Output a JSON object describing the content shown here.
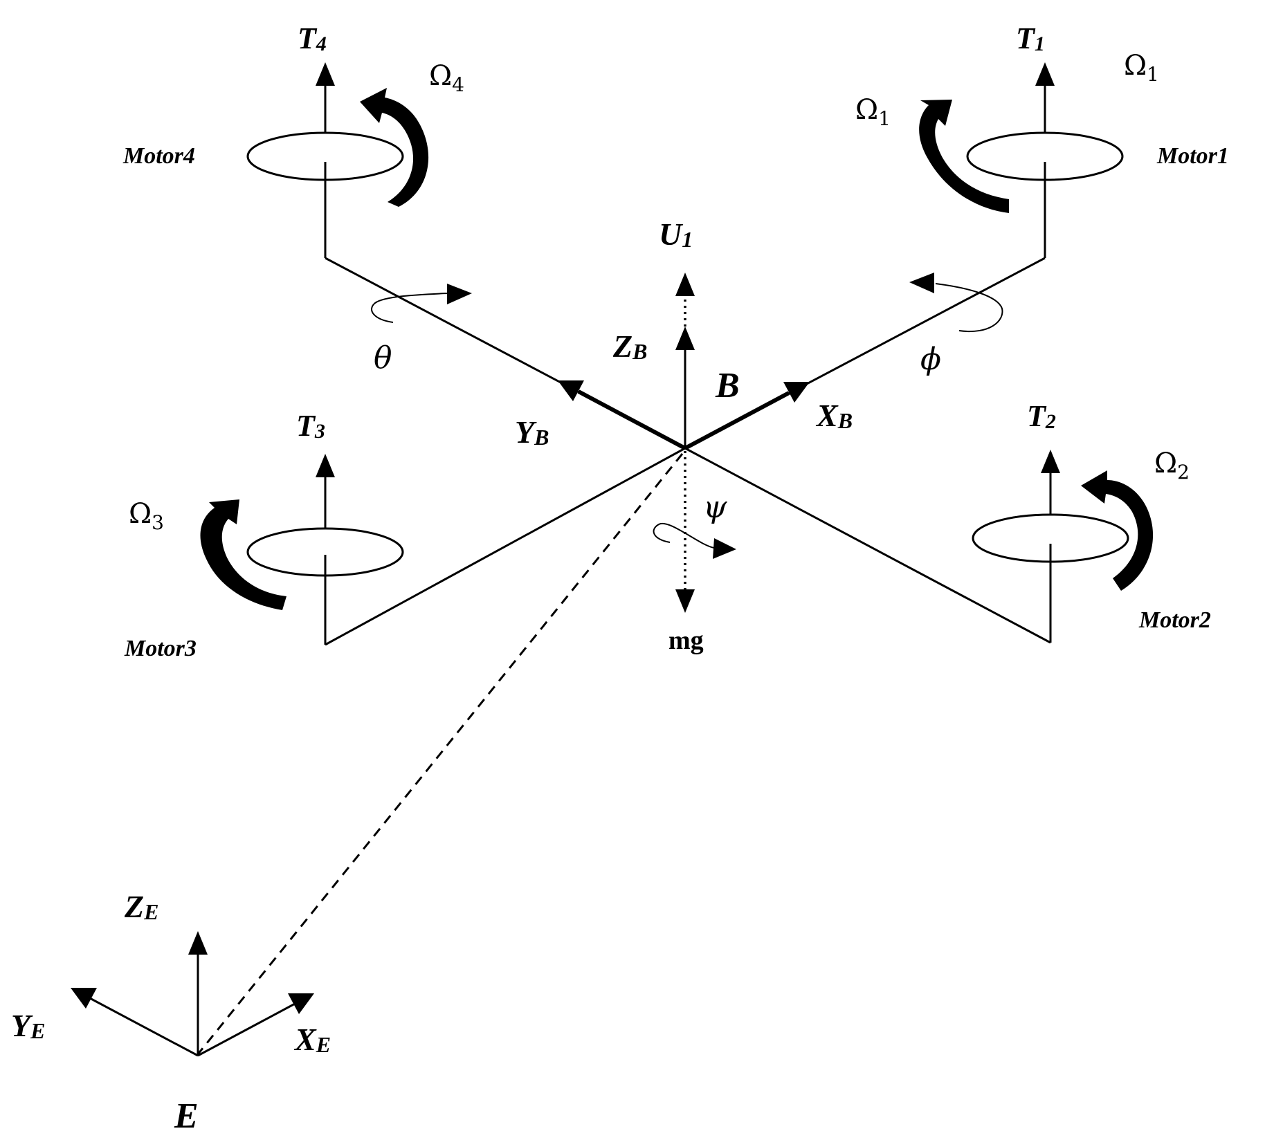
{
  "motors": {
    "m1": {
      "label": "Motor1",
      "thrust": "T",
      "thrust_sub": "1",
      "speed": "Ω",
      "speed_sub": "1",
      "speed_extra": "Ω",
      "speed_extra_sub": "1"
    },
    "m2": {
      "label": "Motor2",
      "thrust": "T",
      "thrust_sub": "2",
      "speed": "Ω",
      "speed_sub": "2"
    },
    "m3": {
      "label": "Motor3",
      "thrust": "T",
      "thrust_sub": "3",
      "speed": "Ω",
      "speed_sub": "3"
    },
    "m4": {
      "label": "Motor4",
      "thrust": "T",
      "thrust_sub": "4",
      "speed": "Ω",
      "speed_sub": "4"
    }
  },
  "body_frame": {
    "origin": "B",
    "x_axis": "X",
    "x_sub": "B",
    "y_axis": "Y",
    "y_sub": "B",
    "z_axis": "Z",
    "z_sub": "B",
    "lift": "U",
    "lift_sub": "1",
    "gravity": "mg"
  },
  "angles": {
    "roll": "ϕ",
    "pitch": "θ",
    "yaw": "ψ"
  },
  "earth_frame": {
    "origin": "E",
    "x_axis": "X",
    "x_sub": "E",
    "y_axis": "Y",
    "y_sub": "E",
    "z_axis": "Z",
    "z_sub": "E"
  }
}
